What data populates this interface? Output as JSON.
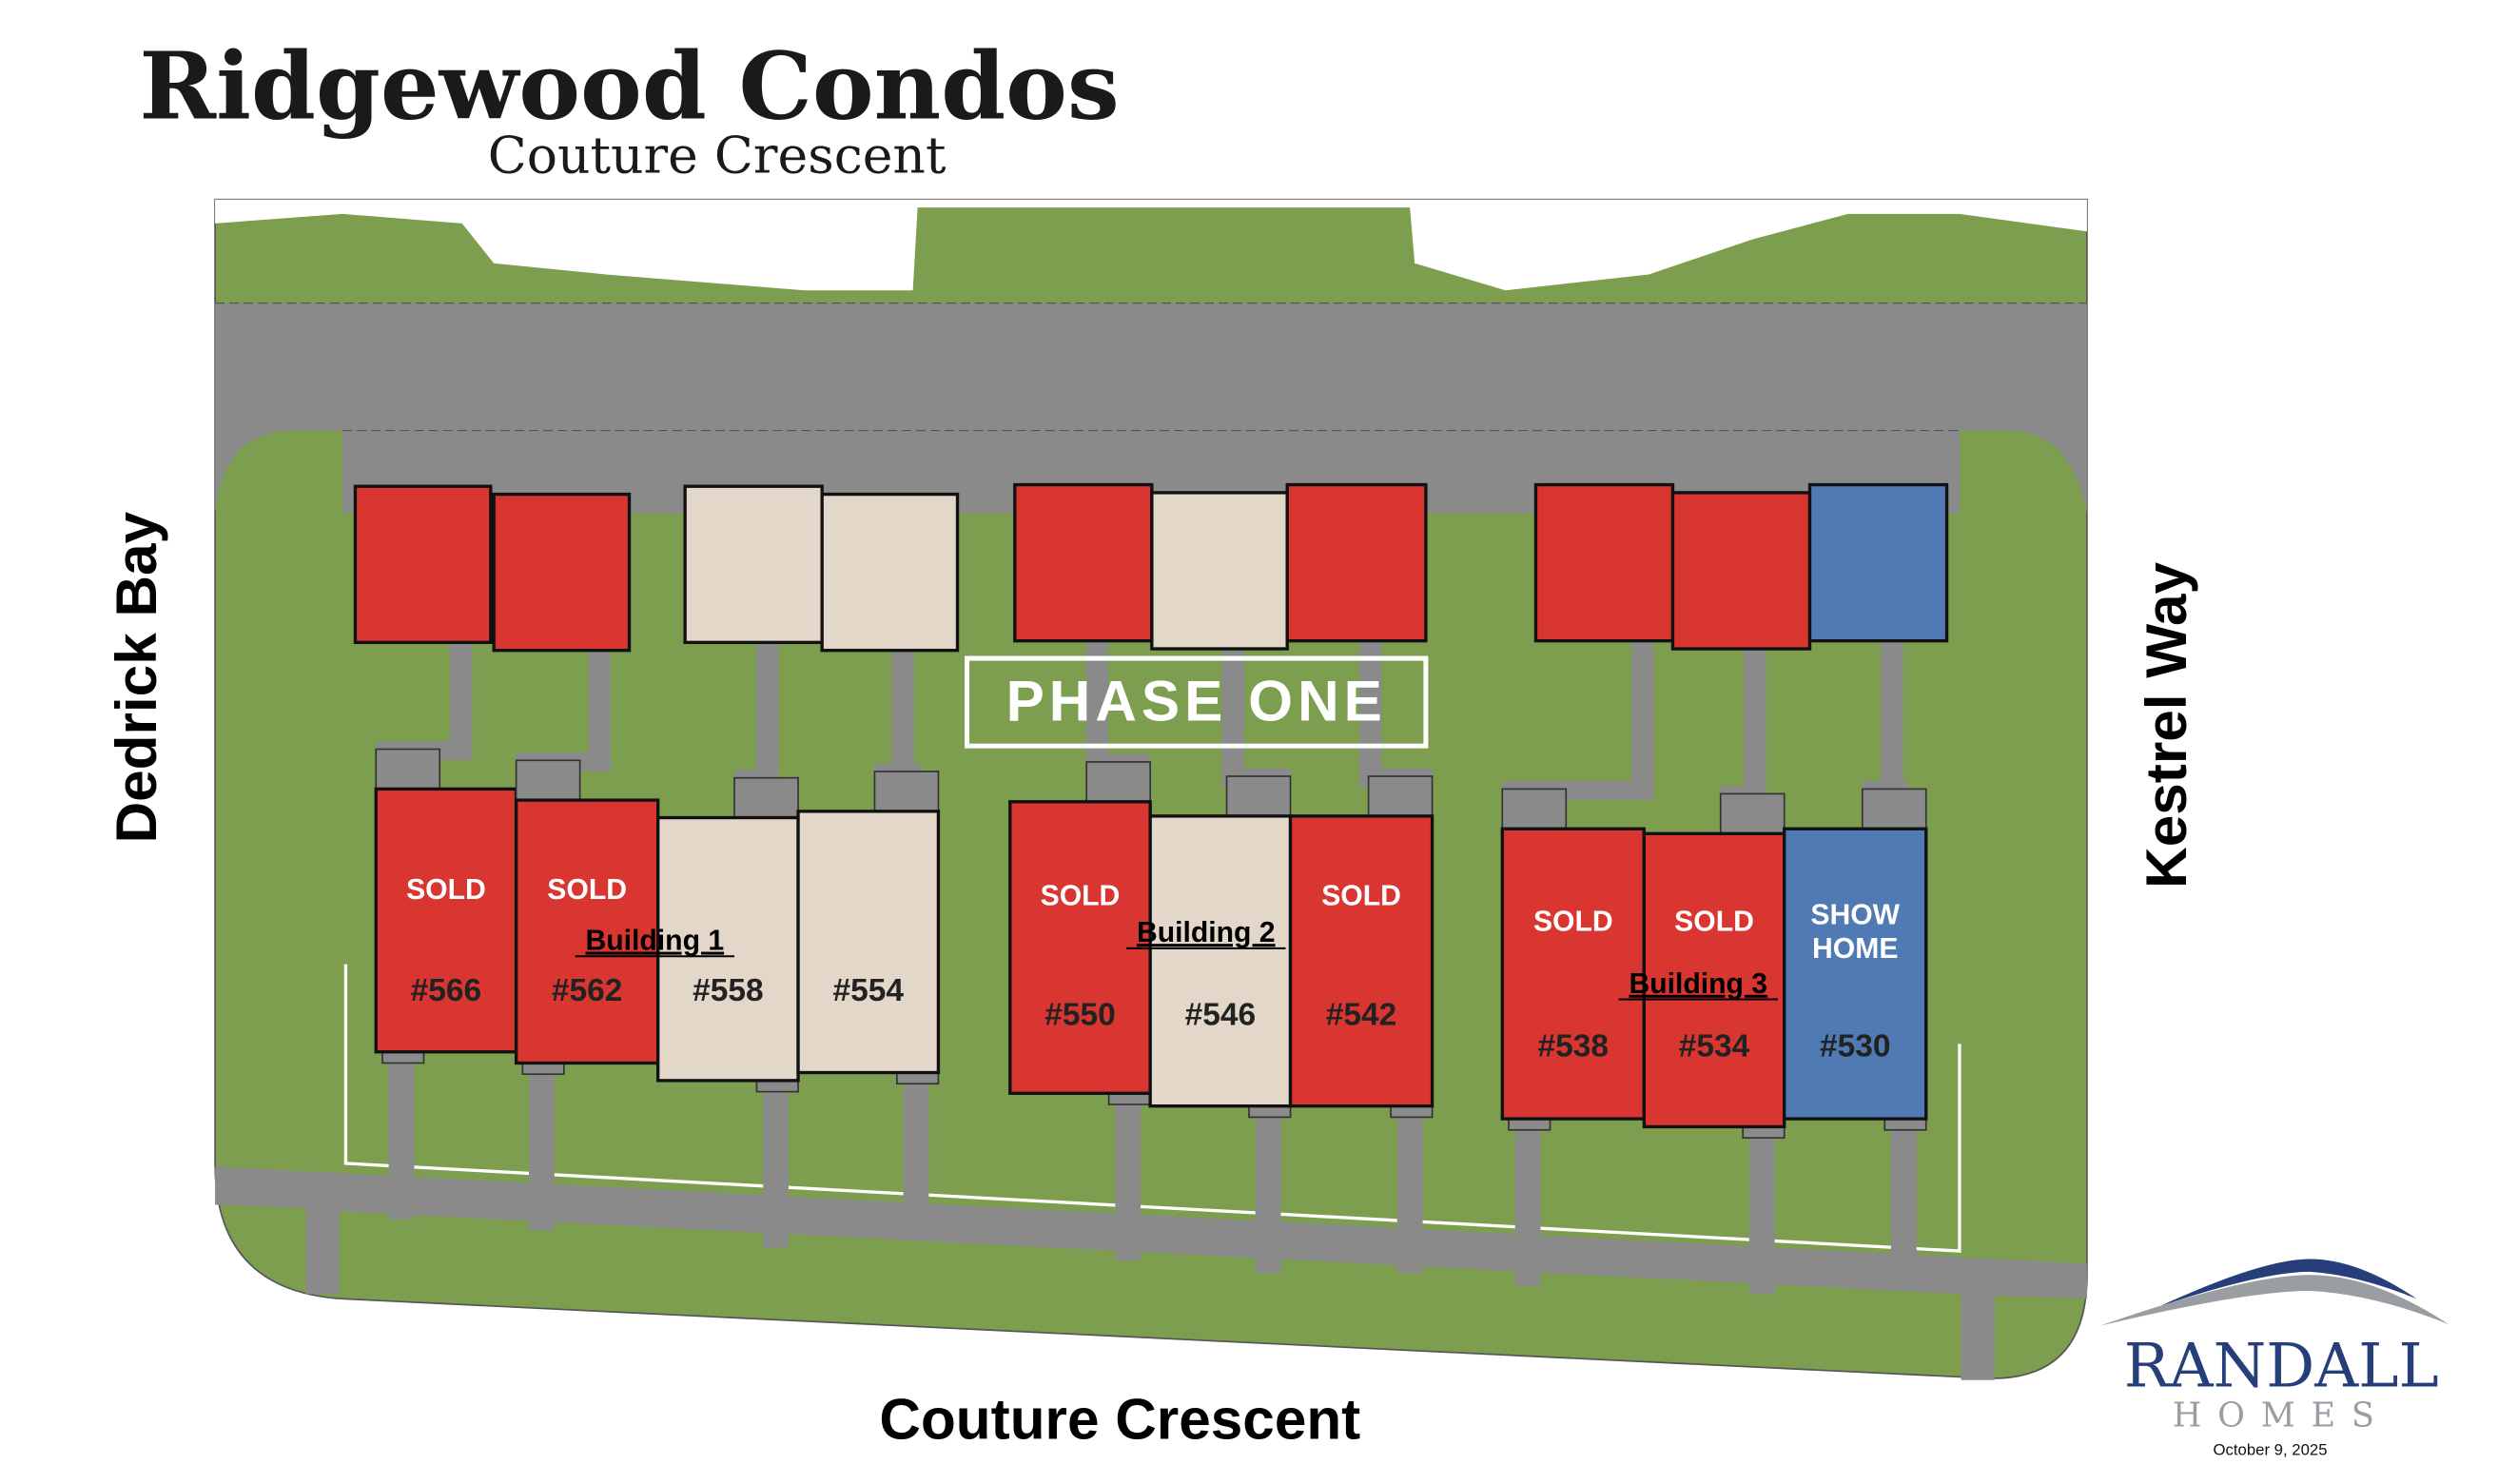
{
  "title": "Ridgewood Condos",
  "subtitle": "Couture Crescent",
  "streets": {
    "left": "Dedrick Bay",
    "right": "Kestrel Way",
    "bottom": "Couture Crescent"
  },
  "phase_label": "PHASE ONE",
  "colors": {
    "sold": "#d93631",
    "available": "#e3d7c9",
    "show_home": "#4f7ab3",
    "grass": "#7c9e4e",
    "pavement": "#8a8a8a",
    "brand_blue": "#263f7a",
    "brand_gray": "#9a9ea3"
  },
  "buildings": [
    {
      "name": "Building 1",
      "units": [
        {
          "number": "#566",
          "status": "sold",
          "status_label": "SOLD"
        },
        {
          "number": "#562",
          "status": "sold",
          "status_label": "SOLD"
        },
        {
          "number": "#558",
          "status": "available",
          "status_label": ""
        },
        {
          "number": "#554",
          "status": "available",
          "status_label": ""
        }
      ]
    },
    {
      "name": "Building 2",
      "units": [
        {
          "number": "#550",
          "status": "sold",
          "status_label": "SOLD"
        },
        {
          "number": "#546",
          "status": "available",
          "status_label": ""
        },
        {
          "number": "#542",
          "status": "sold",
          "status_label": "SOLD"
        }
      ]
    },
    {
      "name": "Building 3",
      "units": [
        {
          "number": "#538",
          "status": "sold",
          "status_label": "SOLD"
        },
        {
          "number": "#534",
          "status": "sold",
          "status_label": "SOLD"
        },
        {
          "number": "#530",
          "status": "show_home",
          "status_label": "SHOW HOME"
        }
      ]
    }
  ],
  "logo": {
    "brand": "RANDALL",
    "sub": "HOMES"
  },
  "date": "October 9, 2025"
}
